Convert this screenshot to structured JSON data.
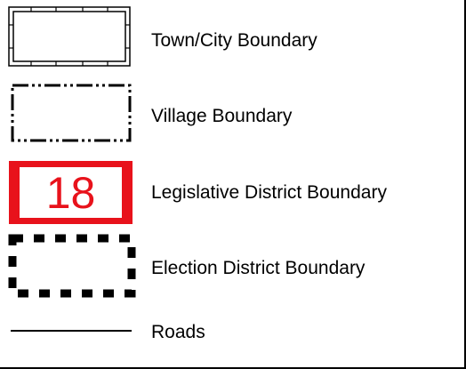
{
  "legend": {
    "items": [
      {
        "label": "Town/City Boundary",
        "symbol": "town-city-boundary-icon"
      },
      {
        "label": "Village Boundary",
        "symbol": "village-boundary-icon"
      },
      {
        "label": "Legislative District Boundary",
        "symbol": "legislative-district-boundary-icon",
        "number": "18"
      },
      {
        "label": "Election District Boundary",
        "symbol": "election-district-boundary-icon"
      },
      {
        "label": "Roads",
        "symbol": "road-line-icon"
      }
    ]
  },
  "colors": {
    "legislative": "#e8121b",
    "ink": "#000000",
    "background": "#ffffff"
  }
}
